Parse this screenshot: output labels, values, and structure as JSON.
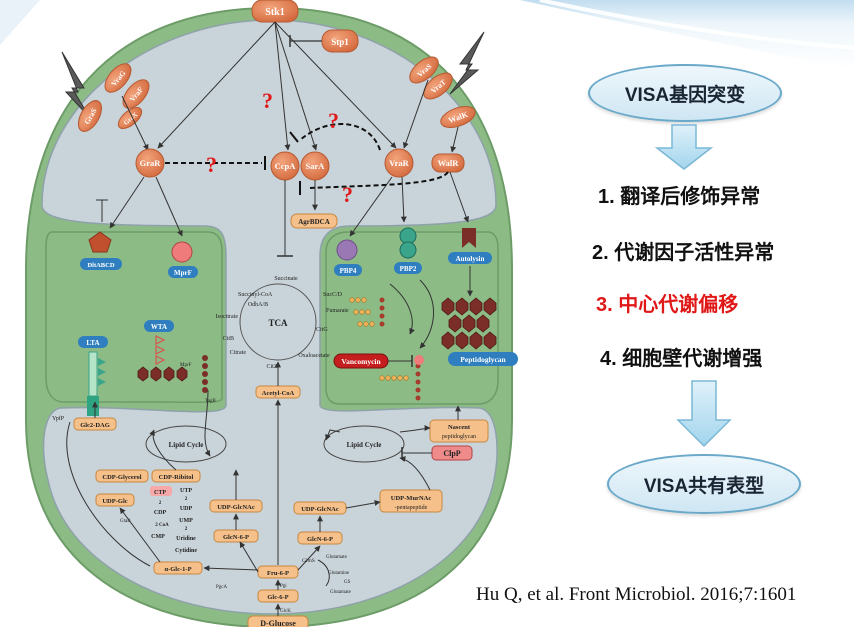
{
  "diagram": {
    "kinases": {
      "stk1": "Stk1",
      "stp1": "Stp1",
      "vrag": "VraG",
      "vraf": "VraF",
      "grax": "GraX",
      "gras": "GraS",
      "vras": "VraS",
      "vrat": "VraT",
      "walk": "WalK"
    },
    "regulators": {
      "grar": "GraR",
      "ccpa": "CcpA",
      "sara": "SarA",
      "vrar": "VraR",
      "walr": "WalR"
    },
    "targets": {
      "agrbdca": "AgrBDCA",
      "dltabcd": "DltABCD",
      "mprf": "MprF",
      "pbp4": "PBP4",
      "pbp2": "PBP2",
      "autolysin": "Autolysin",
      "lta": "LTA",
      "wta": "WTA",
      "vancomycin": "Vancomycin",
      "peptidoglycan": "Peptidoglycan",
      "acetyl_coa": "Acetyl-CoA",
      "clpp": "ClpP"
    },
    "question_mark": "?",
    "tca": {
      "center": "TCA",
      "cycle": [
        "Succinate",
        "SucC/D",
        "Fumarate",
        "CitG",
        "Oxaloacetate",
        "CitZ",
        "Citrate",
        "CitB",
        "Isocitrate",
        "OdhA/B",
        "Succinyl-CoA"
      ],
      "citz_link": "CitZ"
    },
    "left_synthesis": {
      "lipid_cycle": "Lipid Cycle",
      "glc2dag": "Glc2-DAG",
      "ypfp": "YpfP",
      "tagb": "TagB",
      "cdp_glycerol": "CDP-Glycerol",
      "cdp_ribitol": "CDP-Ribitol",
      "udp_glc": "UDP-Glc",
      "gtab": "GtaB",
      "cdp": "CDP",
      "cmp": "CMP",
      "ctp": "CTP",
      "utp": "UTP",
      "udp": "UDP",
      "ump": "UMP",
      "uridine": "Uridine",
      "cytidine": "Cytidine",
      "co_a": "2 CoA",
      "two_a": "2",
      "two_b": "2",
      "two_c": "2",
      "alpha_glc1p": "α-Glc-1-P",
      "pgca": "PgcA",
      "glc6p": "Glc-6-P",
      "fru6p": "Fru-6-P",
      "pgi": "Pgi",
      "glcn6p_left": "GlcN-6-P",
      "udp_glcnac_left": "UDP-GlcNAc",
      "dglucose": "D-Glucose",
      "glck": "GlcK"
    },
    "right_synthesis": {
      "lipid_cycle": "Lipid Cycle",
      "nascent": [
        "Nascent",
        "peptidoglycan"
      ],
      "udp_murnac": [
        "UDP-MurNAc",
        "-pentapeptide"
      ],
      "udp_glcnac": "UDP-GlcNAc",
      "glcn6p": "GlcN-6-P",
      "glms": "GlmS",
      "glutamate_1": "Glutamate",
      "glutamine": "Glutamine",
      "gs": "GS",
      "glutamate_2": "Glutamate"
    }
  },
  "panel": {
    "top_box": "VISA基因突变",
    "items": [
      {
        "num": "1.",
        "text": "翻译后修饰异常",
        "color": "#111111"
      },
      {
        "num": "2.",
        "text": "代谢因子活性异常",
        "color": "#111111"
      },
      {
        "num": "3.",
        "text": "中心代谢偏移",
        "color": "#e01818"
      },
      {
        "num": "4.",
        "text": "细胞壁代谢增强",
        "color": "#111111"
      }
    ],
    "bottom_box": "VISA共有表型",
    "citation": "Hu Q, et al. Front Microbiol. 2016;7:1601"
  },
  "colors": {
    "cell_wall": "#8cbb86",
    "cytoplasm": "#c9d4da",
    "regulator": "#e07a4c",
    "hexagon": "#7b2d28",
    "arrow_fill": "#bfe4f4",
    "question": "#e01818",
    "accent_red": "#e01818"
  }
}
